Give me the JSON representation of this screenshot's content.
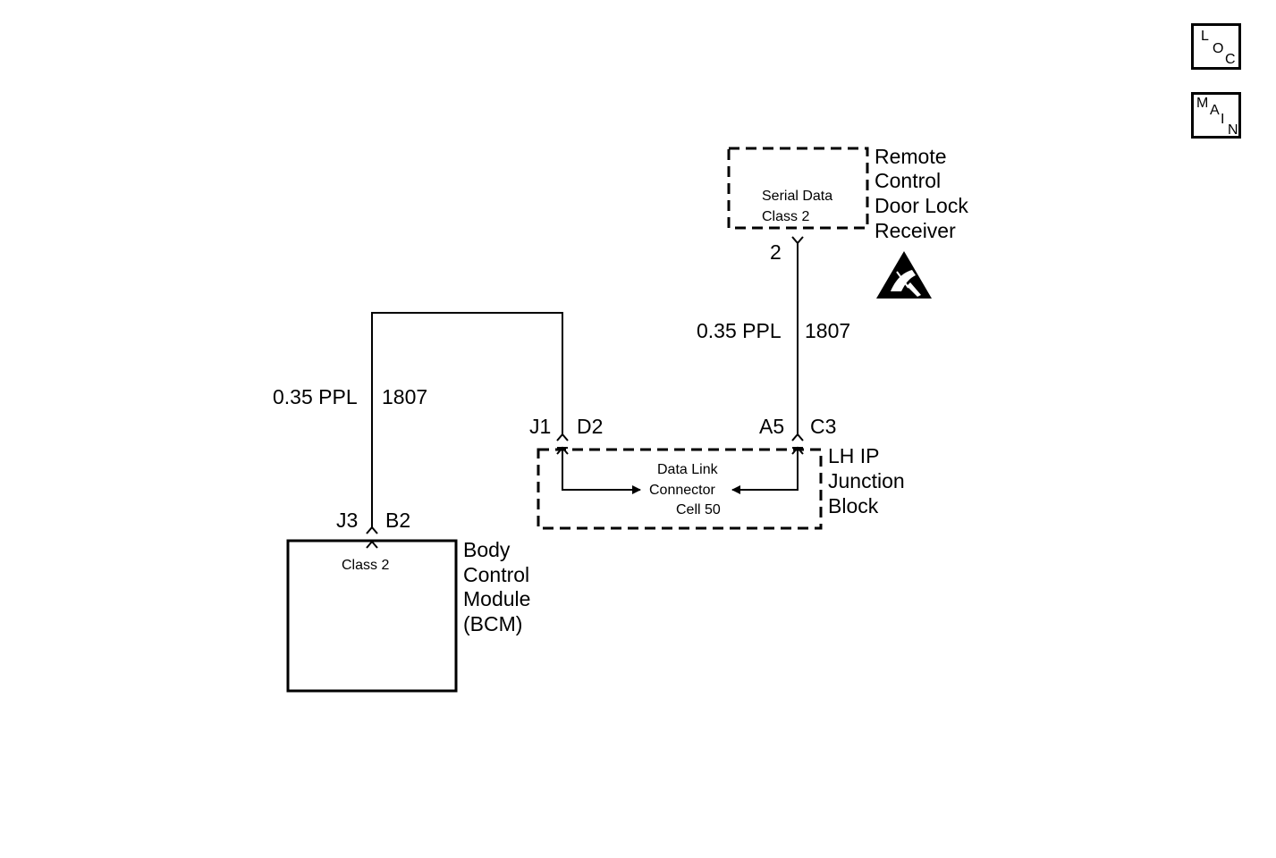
{
  "nav": {
    "loc": [
      "L",
      "O",
      "C"
    ],
    "main": [
      "M",
      "A",
      "I",
      "N"
    ]
  },
  "receiver": {
    "inner": [
      "Serial Data",
      "Class 2"
    ],
    "name": [
      "Remote",
      "Control",
      "Door Lock",
      "Receiver"
    ],
    "pin": "2",
    "esd_icon": "esd-sensitive-warning-icon"
  },
  "wires": {
    "upper": {
      "gauge": "0.35 PPL",
      "circuit": "1807"
    },
    "left": {
      "gauge": "0.35 PPL",
      "circuit": "1807"
    }
  },
  "junction_block": {
    "name": [
      "LH IP",
      "Junction",
      "Block"
    ],
    "inner": [
      "Data Link",
      "Connector",
      "Cell 50"
    ],
    "left_conn": "J1",
    "left_pin": "D2",
    "right_conn": "A5",
    "right_pin": "C3"
  },
  "bcm": {
    "name": [
      "Body",
      "Control",
      "Module",
      "(BCM)"
    ],
    "inner": "Class 2",
    "conn": "J3",
    "pin": "B2"
  }
}
